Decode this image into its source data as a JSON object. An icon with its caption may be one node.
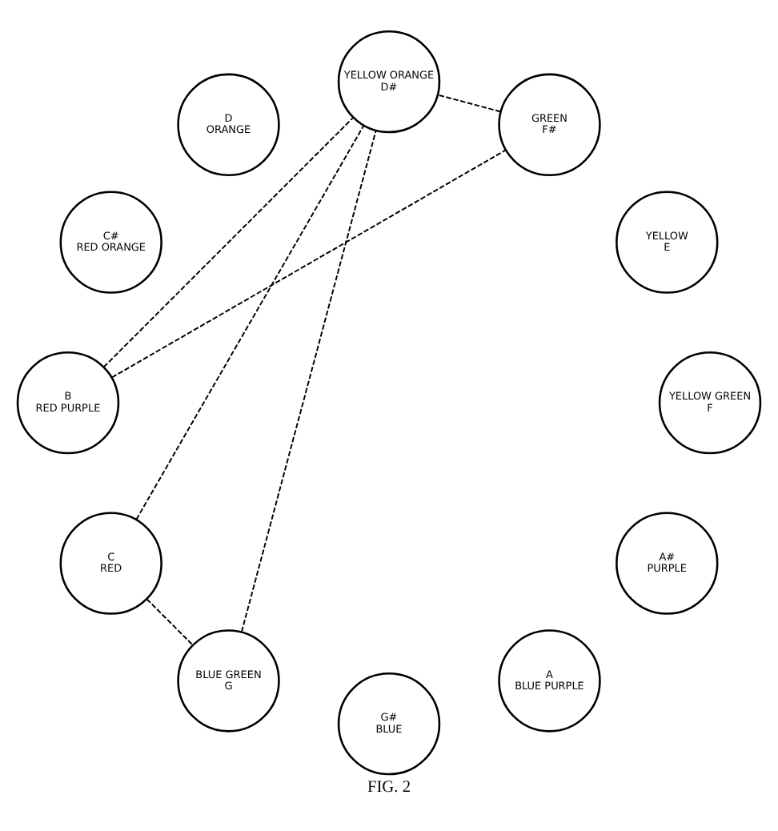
{
  "diagram": {
    "caption": "FIG. 2",
    "nodes": [
      {
        "text": [
          "B",
          "RED PURPLE"
        ]
      },
      {
        "text": [
          "C",
          "RED"
        ]
      },
      {
        "text": [
          "C#",
          "RED ORANGE"
        ]
      },
      {
        "text": [
          "D",
          "ORANGE"
        ]
      },
      {
        "text": [
          "YELLOW ORANGE",
          "D#"
        ]
      },
      {
        "text": [
          "YELLOW",
          "E"
        ]
      },
      {
        "text": [
          "YELLOW GREEN",
          "F"
        ]
      },
      {
        "text": [
          "GREEN",
          "F#"
        ]
      },
      {
        "text": [
          "BLUE GREEN",
          "G"
        ]
      },
      {
        "text": [
          "G#",
          "BLUE"
        ]
      },
      {
        "text": [
          "A",
          "BLUE PURPLE"
        ]
      },
      {
        "text": [
          "A#",
          "PURPLE"
        ]
      }
    ],
    "edges": [
      {
        "from": 0,
        "to": 7,
        "arrow": "none",
        "style": "dashed"
      },
      {
        "from": 0,
        "to": 4,
        "arrow": "none",
        "style": "dashed"
      },
      {
        "from": 1,
        "to": 8,
        "arrow": "none",
        "style": "dashed"
      },
      {
        "from": 1,
        "to": 4,
        "arrow": "none",
        "style": "dashed"
      },
      {
        "from": 8,
        "to": 4,
        "arrow": "none",
        "style": "dashed"
      },
      {
        "from": 7,
        "to": 4,
        "arrow": "none",
        "style": "dashed"
      }
    ]
  }
}
